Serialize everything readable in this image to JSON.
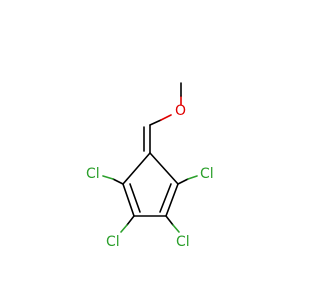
{
  "molecule": {
    "atoms": {
      "oxygen": "O",
      "chlorine_left": "Cl",
      "chlorine_right": "Cl",
      "chlorine_bottom_left": "Cl",
      "chlorine_bottom_right": "Cl"
    },
    "colors": {
      "carbon_bond": "#000000",
      "chlorine": "#2ca02c",
      "oxygen": "#e00000",
      "background": "#ffffff"
    }
  }
}
